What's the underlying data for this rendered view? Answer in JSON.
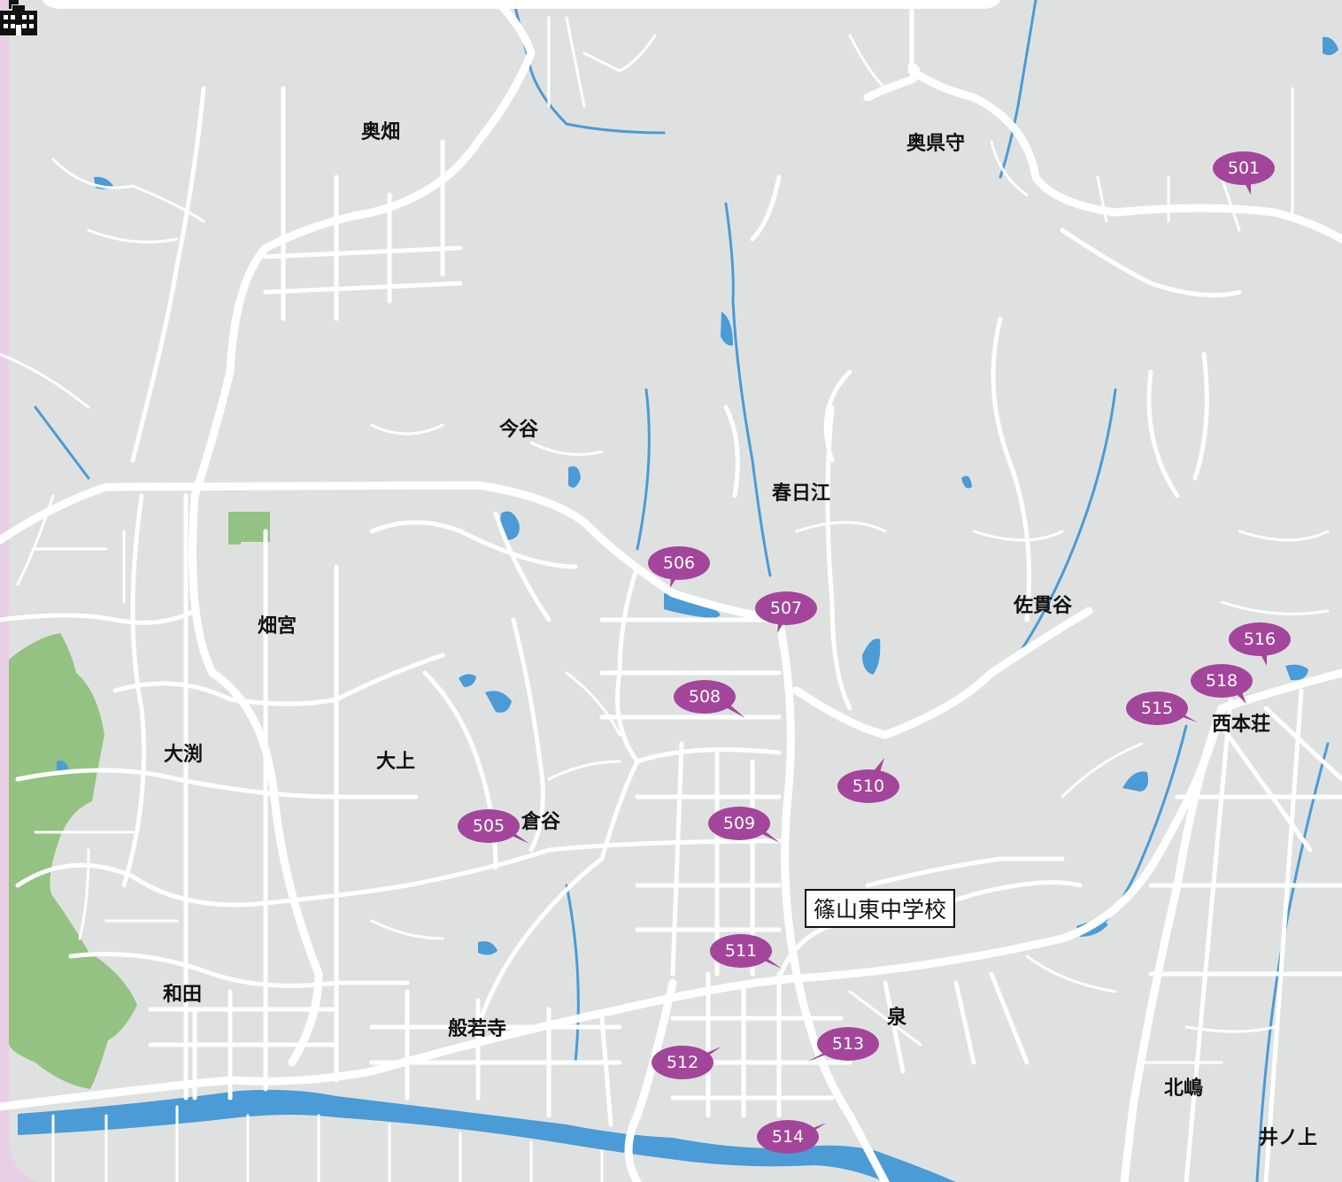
{
  "map": {
    "colors": {
      "land": "#dfe1e1",
      "road": "#ffffff",
      "water": "#4a9bd6",
      "park": "#93c282",
      "marker": "#a3459a",
      "frame": "#e8cfe6"
    },
    "places": [
      {
        "key": "okuhata",
        "label": "奥畑"
      },
      {
        "key": "okuagatamori",
        "label": "奥県守"
      },
      {
        "key": "imatani",
        "label": "今谷"
      },
      {
        "key": "kasugae",
        "label": "春日江"
      },
      {
        "key": "sanukidani",
        "label": "佐貫谷"
      },
      {
        "key": "hatamiya",
        "label": "畑宮"
      },
      {
        "key": "nishihonjo",
        "label": "西本荘"
      },
      {
        "key": "obuchi",
        "label": "大渕"
      },
      {
        "key": "ogami",
        "label": "大上"
      },
      {
        "key": "kuratani",
        "label": "倉谷"
      },
      {
        "key": "wada",
        "label": "和田"
      },
      {
        "key": "hanyaji",
        "label": "般若寺"
      },
      {
        "key": "izumi",
        "label": "泉"
      },
      {
        "key": "kitajima",
        "label": "北嶋"
      },
      {
        "key": "inoue",
        "label": "井ノ上"
      }
    ],
    "markers": [
      "501",
      "505",
      "506",
      "507",
      "508",
      "509",
      "510",
      "511",
      "512",
      "513",
      "514",
      "515",
      "516",
      "518"
    ],
    "school": {
      "label": "篠山東中学校",
      "icon": "school-building-icon"
    }
  }
}
